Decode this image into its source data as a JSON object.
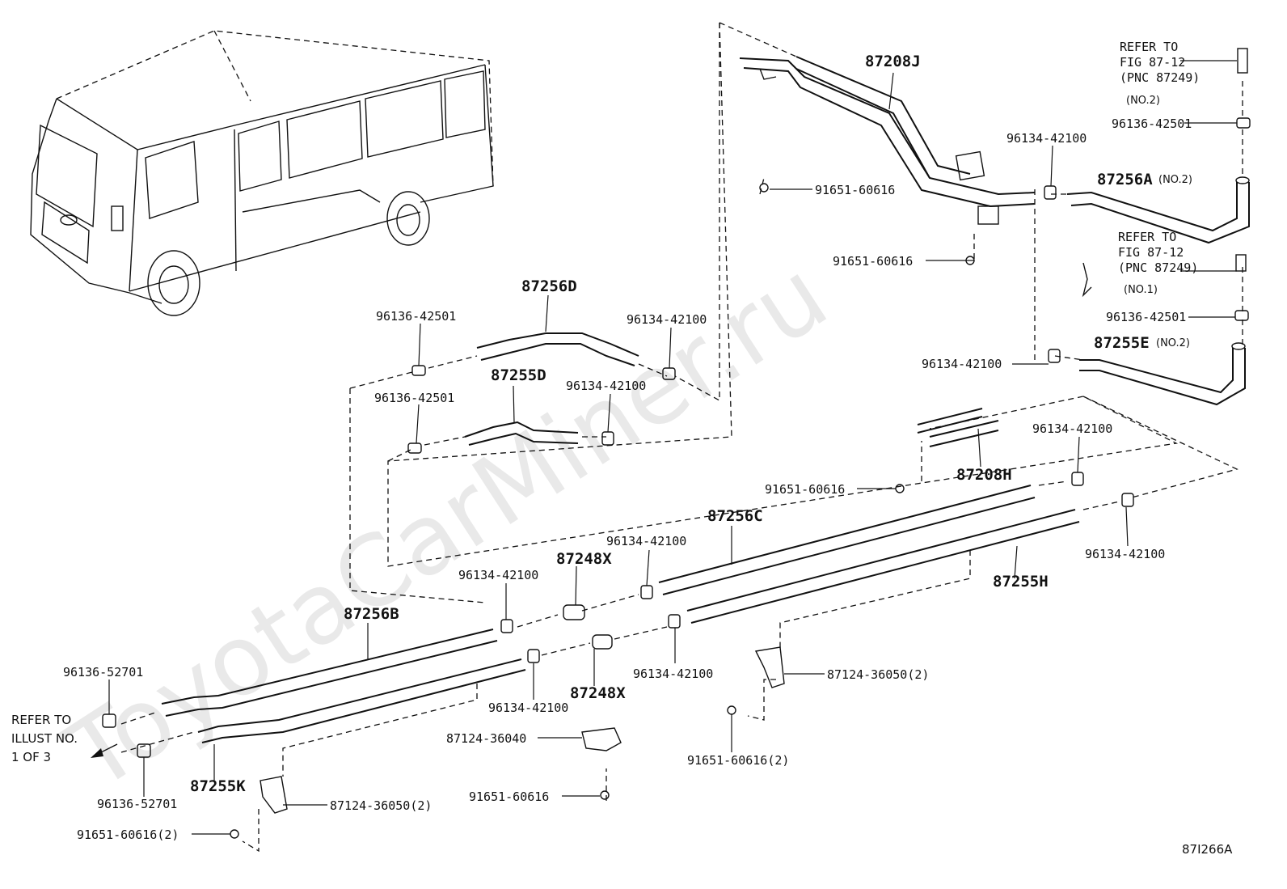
{
  "watermark": "ToyotaCarMiner.ru",
  "figure_code": "87I266A",
  "refer_illust": [
    "REFER TO",
    "ILLUST NO.",
    "1 OF 3"
  ],
  "refer_fig_no2": [
    "REFER TO",
    "FIG 87-12",
    "(PNC 87249)",
    "(NO.2)"
  ],
  "refer_fig_no1": [
    "REFER TO",
    "FIG 87-12",
    "(PNC 87249)",
    "(NO.1)"
  ],
  "parts": {
    "p87208J": "87208J",
    "p87208H": "87208H",
    "p87256A": "87256A",
    "p87256A_note": "(NO.2)",
    "p87255E": "87255E",
    "p87255E_note": "(NO.2)",
    "p87256D": "87256D",
    "p87255D": "87255D",
    "p87256C": "87256C",
    "p87255H": "87255H",
    "p87256B": "87256B",
    "p87255K": "87255K",
    "p87248X_a": "87248X",
    "p87248X_b": "87248X"
  },
  "codes": {
    "c91651_60616_a": "91651-60616",
    "c91651_60616_b": "91651-60616",
    "c91651_60616_c": "91651-60616",
    "c91651_60616_d": "91651-60616",
    "c91651_60616_2a": "91651-60616(2)",
    "c91651_60616_2b": "91651-60616(2)",
    "c96134_42100_a": "96134-42100",
    "c96134_42100_b": "96134-42100",
    "c96134_42100_c": "96134-42100",
    "c96134_42100_d": "96134-42100",
    "c96134_42100_e": "96134-42100",
    "c96134_42100_f": "96134-42100",
    "c96134_42100_g": "96134-42100",
    "c96134_42100_h": "96134-42100",
    "c96134_42100_i": "96134-42100",
    "c96134_42100_j": "96134-42100",
    "c96136_42501_a": "96136-42501",
    "c96136_42501_b": "96136-42501",
    "c96136_42501_c": "96136-42501",
    "c96136_42501_d": "96136-42501",
    "c96136_52701_a": "96136-52701",
    "c96136_52701_b": "96136-52701",
    "c87124_36040": "87124-36040",
    "c87124_36050_a": "87124-36050(2)",
    "c87124_36050_b": "87124-36050(2)"
  }
}
